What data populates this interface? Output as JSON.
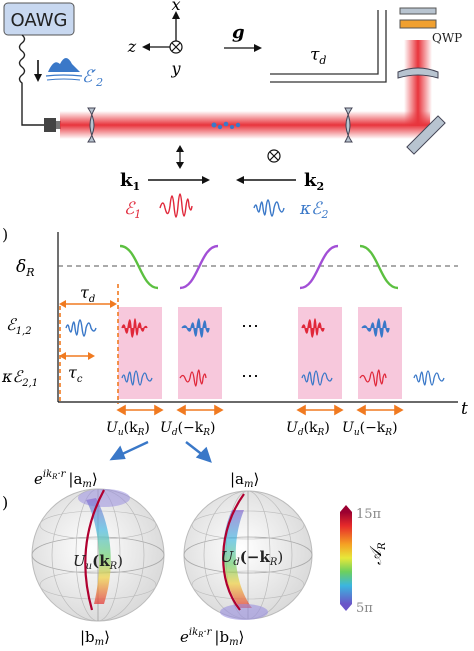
{
  "panel_a": {
    "oawg_label": "OAWG",
    "pulse_label": "ℰ′",
    "pulse_sub": "2",
    "axis_x": "x",
    "axis_y": "y",
    "axis_z": "z",
    "gravity": "g",
    "delay": "τ",
    "delay_sub": "d",
    "qwp": "QWP",
    "k1": "k",
    "k1_sub": "1",
    "k2": "k",
    "k2_sub": "2",
    "e1": "ℰ",
    "e1_sub": "1",
    "ke2": "κℰ",
    "ke2_sub": "2"
  },
  "panel_b": {
    "delta_r": "δ",
    "delta_r_sub": "R",
    "tau_d": "τ",
    "tau_d_sub": "d",
    "e12": "ℰ",
    "e12_sub": "1,2",
    "ke21": "κℰ",
    "ke21_sub": "2,1",
    "tau_c": "τ",
    "tau_c_sub": "c",
    "t_axis": "t",
    "ellipsis_1": "⋯",
    "ellipsis_2": "⋯",
    "ops": [
      "U",
      "U",
      "U",
      "U"
    ],
    "op_subs": [
      "u",
      "d",
      "d",
      "u"
    ],
    "op_args": [
      "(k",
      "(−k",
      "(k",
      "(−k"
    ],
    "op_arg_subs": [
      "R",
      "R",
      "R",
      "R"
    ],
    "op_close": ")"
  },
  "panel_c": {
    "left_top": "e",
    "left_top_sup": "ik",
    "left_top_sup_sub": "R",
    "left_top_sup2": "·r",
    "left_ket_top": "|a",
    "left_ket_top_sub": "m",
    "ket_close": "⟩",
    "left_bottom": "|b",
    "left_bottom_sub": "m",
    "left_op": "U",
    "left_op_sub": "u",
    "left_op_arg": "(k",
    "left_op_arg_sub": "R",
    "right_top": "|a",
    "right_top_sub": "m",
    "right_op": "U",
    "right_op_sub": "d",
    "right_op_arg": "(−k",
    "right_op_arg_sub": "R",
    "right_bottom_e": "e",
    "right_bottom_sup": "ik",
    "right_bottom_sup_sub": "R",
    "right_bottom_sup2": "·r",
    "right_bottom_ket": "|b",
    "right_bottom_ket_sub": "m",
    "cbar_top": "15π",
    "cbar_bottom": "5π",
    "cbar_label": "𝒜",
    "cbar_label_sub": "R"
  },
  "colors": {
    "beam": "#e8343c",
    "blue": "#3a78c8",
    "red": "#e0283a",
    "green": "#5cc040",
    "purple": "#a24fd6",
    "orange": "#f07a20",
    "pink": "#f7c8dc"
  }
}
